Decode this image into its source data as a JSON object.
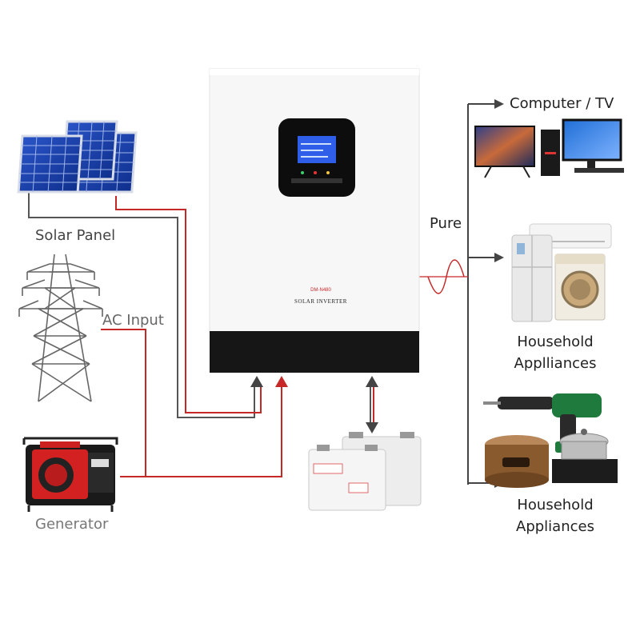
{
  "labels": {
    "solar_panel": "Solar Panel",
    "ac_input": "AC Input",
    "generator": "Generator",
    "pure": "Pure",
    "computer_tv": "Computer / TV",
    "household_1_line1": "Household",
    "household_1_line2": "Applliances",
    "household_2_line1": "Household",
    "household_2_line2": "Appliances"
  },
  "inverter": {
    "model": "DM-N480",
    "name": "SOLAR INVERTER"
  },
  "colors": {
    "ac_line": "#c62828",
    "dc_line": "#555555",
    "text": "#333333",
    "label_grey": "#777777",
    "screen_blue": "#2f5ee8"
  },
  "icons": [
    "solar-panel-icon",
    "transmission-tower-icon",
    "generator-icon",
    "inverter-icon",
    "battery-icon",
    "tv-icon",
    "computer-icon",
    "refrigerator-icon",
    "washing-machine-icon",
    "air-conditioner-icon",
    "rice-cooker-icon",
    "power-drill-icon",
    "stove-icon"
  ]
}
